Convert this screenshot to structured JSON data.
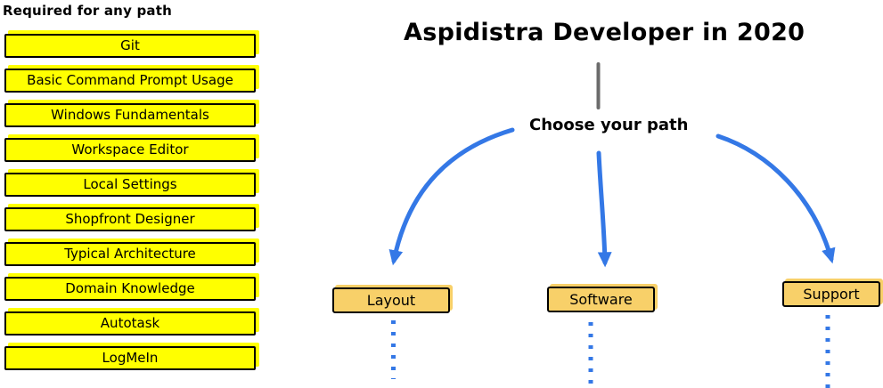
{
  "colors": {
    "yellow": "#ffff00",
    "amber": "#f8d069",
    "accent-blue": "#3478e6",
    "gray-line": "#6b6b6b",
    "ink": "#000000",
    "bg": "#ffffff"
  },
  "required": {
    "header": "Required for any path",
    "items": [
      "Git",
      "Basic Command Prompt Usage",
      "Windows Fundamentals",
      "Workspace Editor",
      "Local Settings",
      "Shopfront Designer",
      "Typical Architecture",
      "Domain Knowledge",
      "Autotask",
      "LogMeIn"
    ]
  },
  "main": {
    "title": "Aspidistra Developer in 2020",
    "choose_label": "Choose your path",
    "paths": [
      {
        "label": "Layout"
      },
      {
        "label": "Software"
      },
      {
        "label": "Support"
      }
    ]
  }
}
